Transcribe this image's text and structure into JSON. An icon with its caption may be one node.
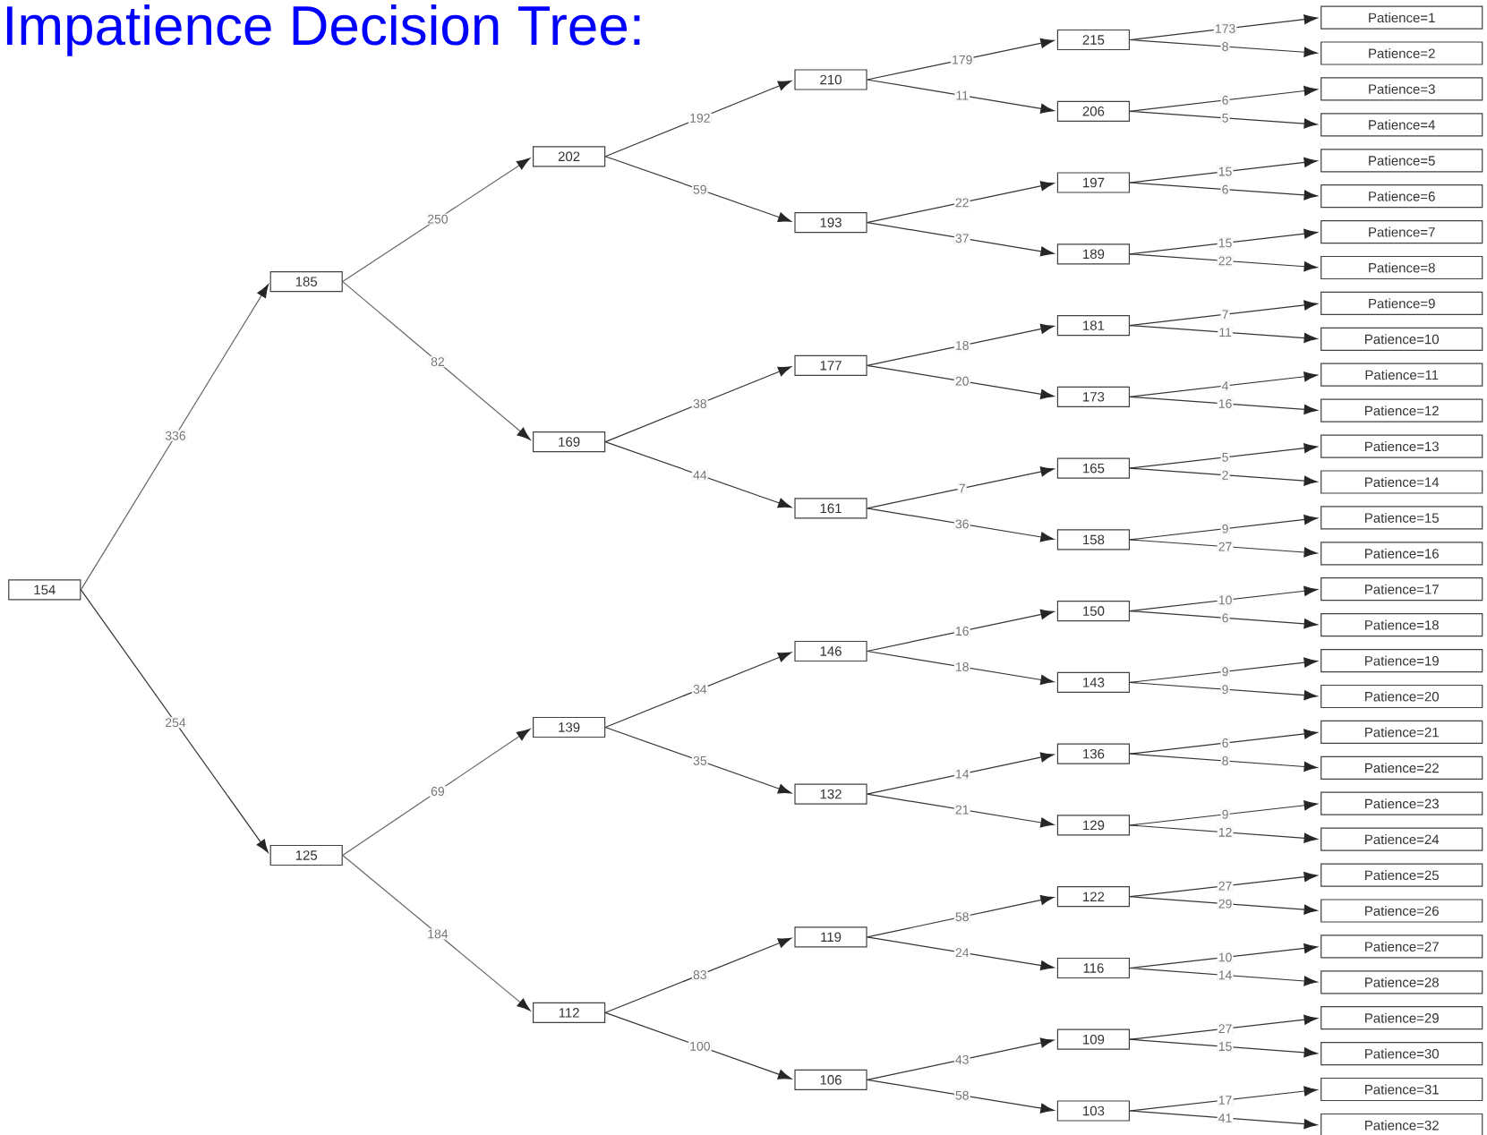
{
  "diagram": {
    "title": "Impatience Decision Tree:",
    "nodes": [
      {
        "text": [
          "154"
        ]
      },
      {
        "text": [
          "185"
        ]
      },
      {
        "text": [
          "125"
        ]
      },
      {
        "text": [
          "202"
        ]
      },
      {
        "text": [
          "169"
        ]
      },
      {
        "text": [
          "139"
        ]
      },
      {
        "text": [
          "112"
        ]
      },
      {
        "text": [
          "210"
        ]
      },
      {
        "text": [
          "193"
        ]
      },
      {
        "text": [
          "177"
        ]
      },
      {
        "text": [
          "161"
        ]
      },
      {
        "text": [
          "146"
        ]
      },
      {
        "text": [
          "132"
        ]
      },
      {
        "text": [
          "119"
        ]
      },
      {
        "text": [
          "106"
        ]
      },
      {
        "text": [
          "215"
        ]
      },
      {
        "text": [
          "206"
        ]
      },
      {
        "text": [
          "197"
        ]
      },
      {
        "text": [
          "189"
        ]
      },
      {
        "text": [
          "181"
        ]
      },
      {
        "text": [
          "173"
        ]
      },
      {
        "text": [
          "165"
        ]
      },
      {
        "text": [
          "158"
        ]
      },
      {
        "text": [
          "150"
        ]
      },
      {
        "text": [
          "143"
        ]
      },
      {
        "text": [
          "136"
        ]
      },
      {
        "text": [
          "129"
        ]
      },
      {
        "text": [
          "122"
        ]
      },
      {
        "text": [
          "116"
        ]
      },
      {
        "text": [
          "109"
        ]
      },
      {
        "text": [
          "103"
        ]
      },
      {
        "text": [
          "Patience=1"
        ]
      },
      {
        "text": [
          "Patience=2"
        ]
      },
      {
        "text": [
          "Patience=3"
        ]
      },
      {
        "text": [
          "Patience=4"
        ]
      },
      {
        "text": [
          "Patience=5"
        ]
      },
      {
        "text": [
          "Patience=6"
        ]
      },
      {
        "text": [
          "Patience=7"
        ]
      },
      {
        "text": [
          "Patience=8"
        ]
      },
      {
        "text": [
          "Patience=9"
        ]
      },
      {
        "text": [
          "Patience=10"
        ]
      },
      {
        "text": [
          "Patience=11"
        ]
      },
      {
        "text": [
          "Patience=12"
        ]
      },
      {
        "text": [
          "Patience=13"
        ]
      },
      {
        "text": [
          "Patience=14"
        ]
      },
      {
        "text": [
          "Patience=15"
        ]
      },
      {
        "text": [
          "Patience=16"
        ]
      },
      {
        "text": [
          "Patience=17"
        ]
      },
      {
        "text": [
          "Patience=18"
        ]
      },
      {
        "text": [
          "Patience=19"
        ]
      },
      {
        "text": [
          "Patience=20"
        ]
      },
      {
        "text": [
          "Patience=21"
        ]
      },
      {
        "text": [
          "Patience=22"
        ]
      },
      {
        "text": [
          "Patience=23"
        ]
      },
      {
        "text": [
          "Patience=24"
        ]
      },
      {
        "text": [
          "Patience=25"
        ]
      },
      {
        "text": [
          "Patience=26"
        ]
      },
      {
        "text": [
          "Patience=27"
        ]
      },
      {
        "text": [
          "Patience=28"
        ]
      },
      {
        "text": [
          "Patience=29"
        ]
      },
      {
        "text": [
          "Patience=30"
        ]
      },
      {
        "text": [
          "Patience=31"
        ]
      },
      {
        "text": [
          "Patience=32"
        ]
      }
    ],
    "edges": [
      {
        "from": 0,
        "to": 1,
        "arrow": "to",
        "label": "336",
        "color": "#666666"
      },
      {
        "from": 0,
        "to": 2,
        "arrow": "to",
        "label": "254"
      },
      {
        "from": 1,
        "to": 3,
        "arrow": "to",
        "label": "250",
        "color": "#666666"
      },
      {
        "from": 1,
        "to": 4,
        "arrow": "to",
        "label": "82",
        "color": "#666666"
      },
      {
        "from": 2,
        "to": 5,
        "arrow": "to",
        "label": "69",
        "color": "#666666"
      },
      {
        "from": 2,
        "to": 6,
        "arrow": "to",
        "label": "184",
        "color": "#666666"
      },
      {
        "from": 3,
        "to": 7,
        "arrow": "to",
        "label": "192"
      },
      {
        "from": 3,
        "to": 8,
        "arrow": "to",
        "label": "59"
      },
      {
        "from": 4,
        "to": 9,
        "arrow": "to",
        "label": "38"
      },
      {
        "from": 4,
        "to": 10,
        "arrow": "to",
        "label": "44"
      },
      {
        "from": 5,
        "to": 11,
        "arrow": "to",
        "label": "34"
      },
      {
        "from": 5,
        "to": 12,
        "arrow": "to",
        "label": "35"
      },
      {
        "from": 6,
        "to": 13,
        "arrow": "to",
        "label": "83"
      },
      {
        "from": 6,
        "to": 14,
        "arrow": "to",
        "label": "100"
      },
      {
        "from": 7,
        "to": 15,
        "arrow": "to",
        "label": "179"
      },
      {
        "from": 7,
        "to": 16,
        "arrow": "to",
        "label": "11"
      },
      {
        "from": 8,
        "to": 17,
        "arrow": "to",
        "label": "22"
      },
      {
        "from": 8,
        "to": 18,
        "arrow": "to",
        "label": "37"
      },
      {
        "from": 9,
        "to": 19,
        "arrow": "to",
        "label": "18"
      },
      {
        "from": 9,
        "to": 20,
        "arrow": "to",
        "label": "20"
      },
      {
        "from": 10,
        "to": 21,
        "arrow": "to",
        "label": "7"
      },
      {
        "from": 10,
        "to": 22,
        "arrow": "to",
        "label": "36"
      },
      {
        "from": 11,
        "to": 23,
        "arrow": "to",
        "label": "16"
      },
      {
        "from": 11,
        "to": 24,
        "arrow": "to",
        "label": "18"
      },
      {
        "from": 12,
        "to": 25,
        "arrow": "to",
        "label": "14"
      },
      {
        "from": 12,
        "to": 26,
        "arrow": "to",
        "label": "21"
      },
      {
        "from": 13,
        "to": 27,
        "arrow": "to",
        "label": "58"
      },
      {
        "from": 13,
        "to": 28,
        "arrow": "to",
        "label": "24"
      },
      {
        "from": 14,
        "to": 29,
        "arrow": "to",
        "label": "43"
      },
      {
        "from": 14,
        "to": 30,
        "arrow": "to",
        "label": "58"
      },
      {
        "from": 15,
        "to": 31,
        "arrow": "to",
        "label": "173"
      },
      {
        "from": 15,
        "to": 32,
        "arrow": "to",
        "label": "8"
      },
      {
        "from": 16,
        "to": 33,
        "arrow": "to",
        "label": "6"
      },
      {
        "from": 16,
        "to": 34,
        "arrow": "to",
        "label": "5"
      },
      {
        "from": 17,
        "to": 35,
        "arrow": "to",
        "label": "15"
      },
      {
        "from": 17,
        "to": 36,
        "arrow": "to",
        "label": "6"
      },
      {
        "from": 18,
        "to": 37,
        "arrow": "to",
        "label": "15"
      },
      {
        "from": 18,
        "to": 38,
        "arrow": "to",
        "label": "22"
      },
      {
        "from": 19,
        "to": 39,
        "arrow": "to",
        "label": "7"
      },
      {
        "from": 19,
        "to": 40,
        "arrow": "to",
        "label": "11"
      },
      {
        "from": 20,
        "to": 41,
        "arrow": "to",
        "label": "4"
      },
      {
        "from": 20,
        "to": 42,
        "arrow": "to",
        "label": "16"
      },
      {
        "from": 21,
        "to": 43,
        "arrow": "to",
        "label": "5"
      },
      {
        "from": 21,
        "to": 44,
        "arrow": "to",
        "label": "2"
      },
      {
        "from": 22,
        "to": 45,
        "arrow": "to",
        "label": "9"
      },
      {
        "from": 22,
        "to": 46,
        "arrow": "to",
        "label": "27"
      },
      {
        "from": 23,
        "to": 47,
        "arrow": "to",
        "label": "10"
      },
      {
        "from": 23,
        "to": 48,
        "arrow": "to",
        "label": "6"
      },
      {
        "from": 24,
        "to": 49,
        "arrow": "to",
        "label": "9"
      },
      {
        "from": 24,
        "to": 50,
        "arrow": "to",
        "label": "9"
      },
      {
        "from": 25,
        "to": 51,
        "arrow": "to",
        "label": "6"
      },
      {
        "from": 25,
        "to": 52,
        "arrow": "to",
        "label": "8"
      },
      {
        "from": 26,
        "to": 53,
        "arrow": "to",
        "label": "9"
      },
      {
        "from": 26,
        "to": 54,
        "arrow": "to",
        "label": "12"
      },
      {
        "from": 27,
        "to": 55,
        "arrow": "to",
        "label": "27"
      },
      {
        "from": 27,
        "to": 56,
        "arrow": "to",
        "label": "29"
      },
      {
        "from": 28,
        "to": 57,
        "arrow": "to",
        "label": "10"
      },
      {
        "from": 28,
        "to": 58,
        "arrow": "to",
        "label": "14"
      },
      {
        "from": 29,
        "to": 59,
        "arrow": "to",
        "label": "27"
      },
      {
        "from": 29,
        "to": 60,
        "arrow": "to",
        "label": "15"
      },
      {
        "from": 30,
        "to": 61,
        "arrow": "to",
        "label": "17"
      },
      {
        "from": 30,
        "to": 62,
        "arrow": "to",
        "label": "41"
      }
    ]
  }
}
